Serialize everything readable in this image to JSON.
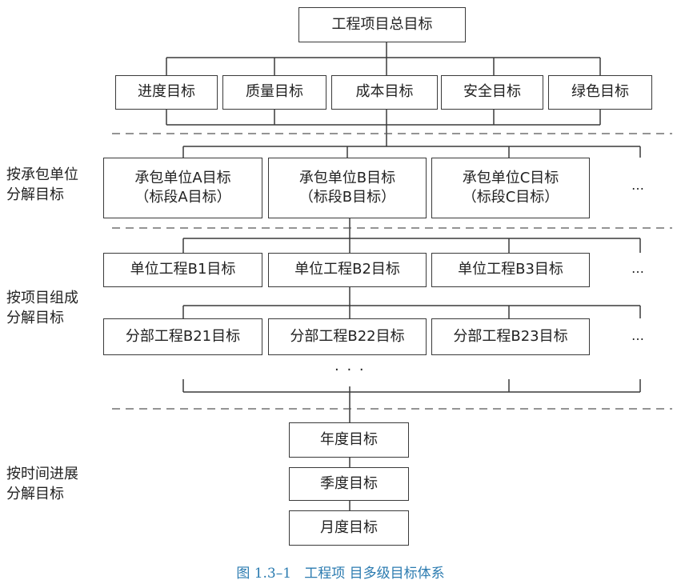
{
  "root": "工程项目总目标",
  "top_goals": [
    "进度目标",
    "质量目标",
    "成本目标",
    "安全目标",
    "绿色目标"
  ],
  "side_labels": {
    "by_contractor": [
      "按承包单位",
      "分解目标"
    ],
    "by_project": [
      "按项目组成",
      "分解目标"
    ],
    "by_time": [
      "按时间进展",
      "分解目标"
    ]
  },
  "contractors": [
    [
      "承包单位A目标",
      "（标段A目标）"
    ],
    [
      "承包单位B目标",
      "（标段B目标）"
    ],
    [
      "承包单位C目标",
      "（标段C目标）"
    ]
  ],
  "units": [
    "单位工程B1目标",
    "单位工程B2目标",
    "单位工程B3目标"
  ],
  "parts": [
    "分部工程B21目标",
    "分部工程B22目标",
    "分部工程B23目标"
  ],
  "time_goals": [
    "年度目标",
    "季度目标",
    "月度目标"
  ],
  "ellipsis": "…",
  "more_dots": "· · ·",
  "caption": "图 1.3–1   工程项 目多级目标体系"
}
